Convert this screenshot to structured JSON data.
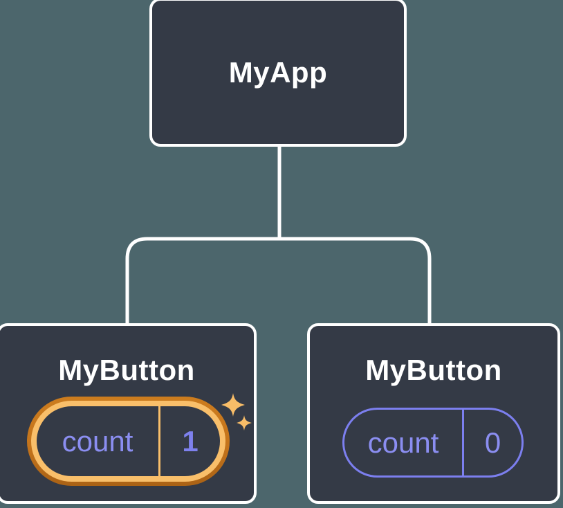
{
  "colors": {
    "background": "#4C666C",
    "card_background": "#343A46",
    "connector_white": "#FFFFFF",
    "purple_text": "#8B8EF1",
    "purple_stroke": "#7C7FEF",
    "gold": "#F9BF6A",
    "orange_ring_top": "#CC7C1E",
    "orange_ring_bottom": "#AA6215",
    "sparkle_gold": "#F8BD68"
  },
  "root_card": {
    "label": "MyApp"
  },
  "child_cards": [
    {
      "label": "MyButton",
      "state": {
        "key": "count",
        "value": "1"
      },
      "highlighted": true
    },
    {
      "label": "MyButton",
      "state": {
        "key": "count",
        "value": "0"
      },
      "highlighted": false
    }
  ]
}
